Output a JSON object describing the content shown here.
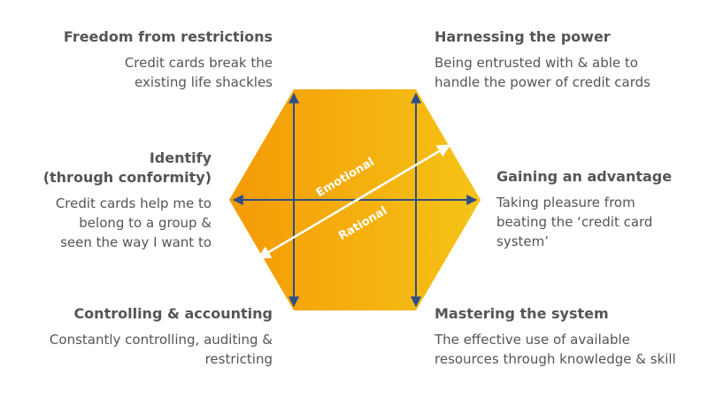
{
  "colors": {
    "hexagon_left": "#F59A06",
    "hexagon_right": "#F5C416",
    "axis_lines": "#2E4E88",
    "diagonal_line": "#FFFFFF",
    "text": "#555555"
  },
  "diagonal_labels": {
    "upper": "Emotional",
    "lower": "Rational"
  },
  "segments": {
    "top_left": {
      "title": "Freedom from restrictions",
      "description": "Credit cards break the\nexisting life shackles"
    },
    "top_right": {
      "title": "Harnessing the power",
      "description": "Being entrusted with & able to\nhandle the power of credit cards"
    },
    "middle_left": {
      "title": "Identify\n(through conformity)",
      "description": "Credit cards help me to\nbelong to a group &\nseen the way I want to"
    },
    "middle_right": {
      "title": "Gaining an advantage",
      "description": "Taking pleasure from\nbeating the ‘credit card\nsystem’"
    },
    "bottom_left": {
      "title": "Controlling & accounting",
      "description": "Constantly controlling, auditing &\nrestricting"
    },
    "bottom_right": {
      "title": "Mastering the system",
      "description": "The effective use of available\nresources through knowledge & skill"
    }
  }
}
